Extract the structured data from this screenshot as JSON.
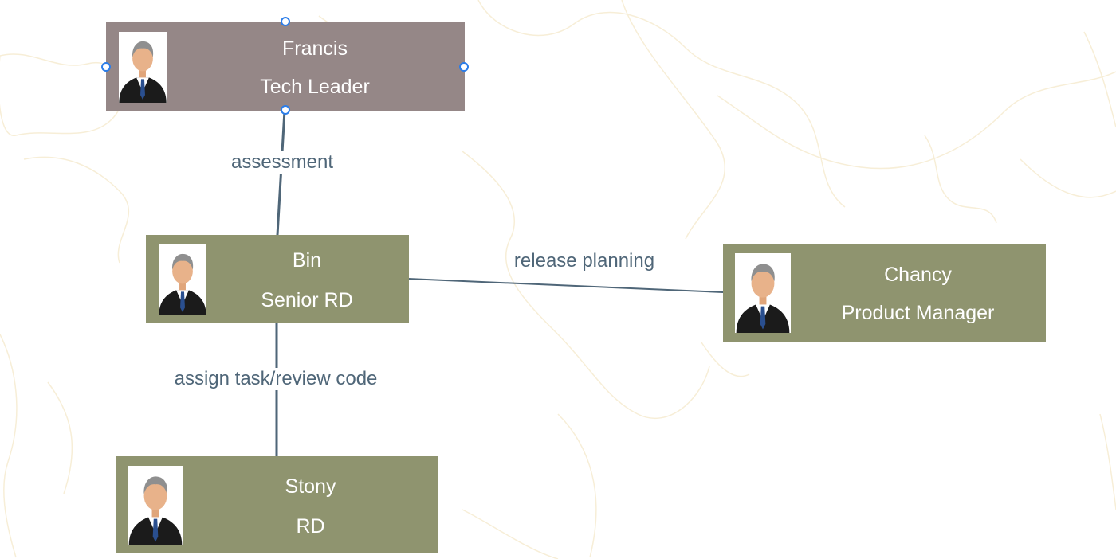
{
  "colors": {
    "node_selected_fill": "#958787",
    "node_fill": "#8f946f",
    "node_text": "#ffffff",
    "edge": "#4f6678",
    "edge_label": "#4f6678",
    "selection_handle": "#2b7de9",
    "background_map": "#f7eed7"
  },
  "nodes": {
    "francis": {
      "name": "Francis",
      "role": "Tech Leader",
      "icon": "businessman-avatar-icon",
      "selected": true
    },
    "bin": {
      "name": "Bin",
      "role": "Senior RD",
      "icon": "businessman-avatar-icon",
      "selected": false
    },
    "chancy": {
      "name": "Chancy",
      "role": "Product Manager",
      "icon": "businessman-avatar-icon",
      "selected": false
    },
    "stony": {
      "name": "Stony",
      "role": "RD",
      "icon": "businessman-avatar-icon",
      "selected": false
    }
  },
  "edges": [
    {
      "from": "francis",
      "to": "bin",
      "label": "assessment"
    },
    {
      "from": "bin",
      "to": "chancy",
      "label": "release planning"
    },
    {
      "from": "bin",
      "to": "stony",
      "label": "assign task/review code"
    }
  ]
}
